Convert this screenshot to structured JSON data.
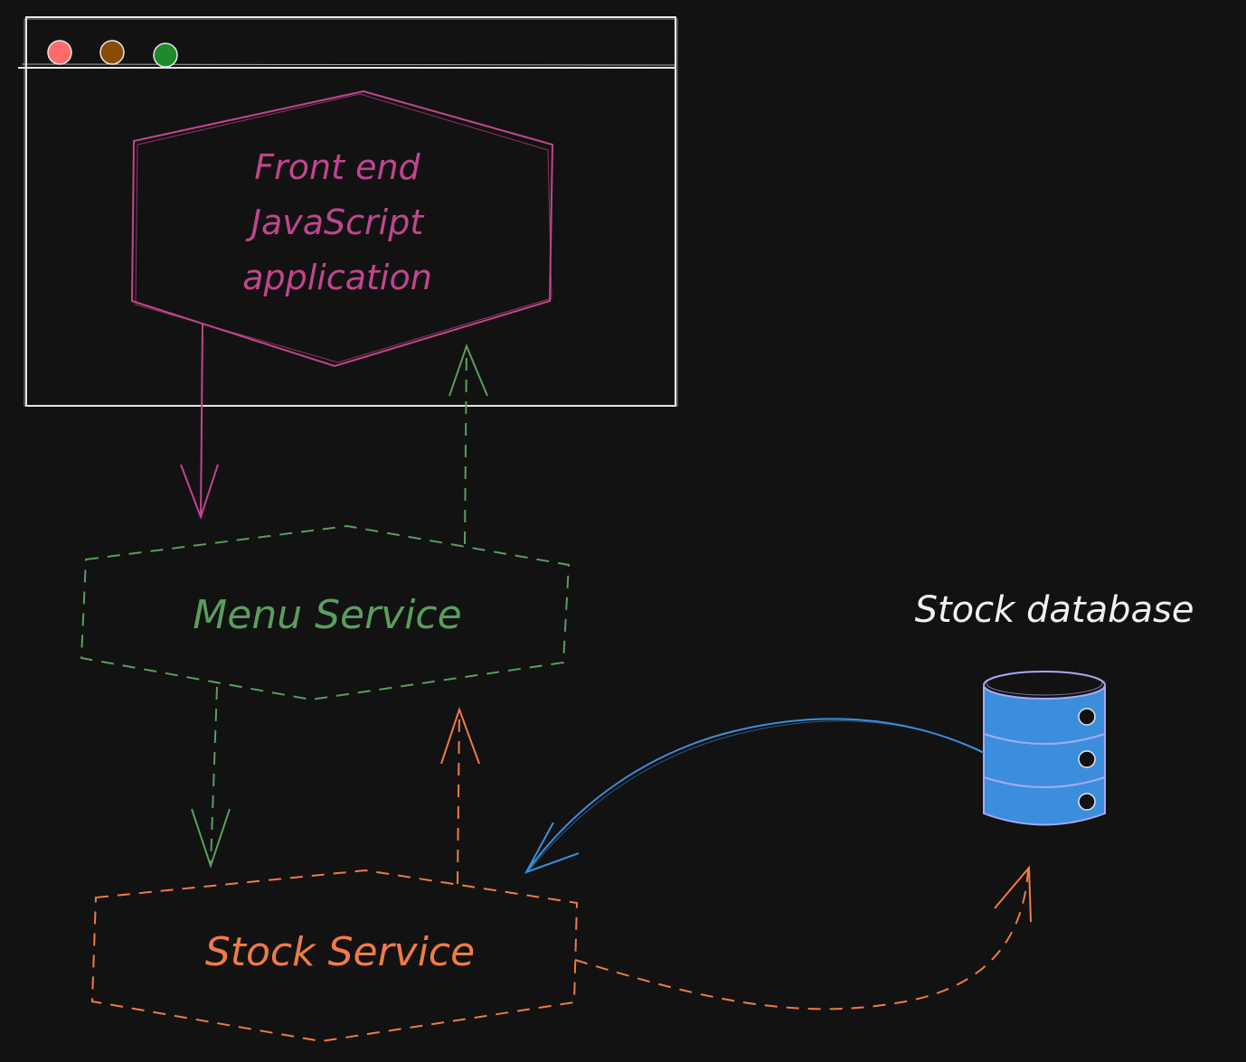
{
  "colors": {
    "background": "#121212",
    "window_border": "#e6e6e6",
    "traffic_red": "#ff6b6b",
    "traffic_amber": "#8a4b08",
    "traffic_green": "#1f8a2a",
    "frontend": "#c2458f",
    "menu": "#5a9e5e",
    "stock": "#f07b45",
    "database": "#3b8edc",
    "database_outline": "#a6a9f5",
    "database_label": "#f2f2f2"
  },
  "browser_window": {
    "controls": [
      "close-dot",
      "minimize-dot",
      "maximize-dot"
    ]
  },
  "nodes": {
    "frontend": {
      "lines": [
        "Front end",
        "JavaScript",
        "application"
      ]
    },
    "menu_service": {
      "label": "Menu Service"
    },
    "stock_service": {
      "label": "Stock Service"
    },
    "stock_database": {
      "label": "Stock database",
      "icon": "database-cylinder-icon"
    }
  },
  "edges": [
    {
      "from": "frontend",
      "to": "menu_service",
      "style": "solid",
      "color": "frontend"
    },
    {
      "from": "menu_service",
      "to": "frontend",
      "style": "dashed",
      "color": "menu"
    },
    {
      "from": "menu_service",
      "to": "stock_service",
      "style": "dashed",
      "color": "menu"
    },
    {
      "from": "stock_service",
      "to": "menu_service",
      "style": "dashed",
      "color": "stock"
    },
    {
      "from": "stock_service",
      "to": "stock_database",
      "style": "dashed",
      "color": "stock"
    },
    {
      "from": "stock_database",
      "to": "stock_service",
      "style": "solid",
      "color": "database"
    }
  ]
}
